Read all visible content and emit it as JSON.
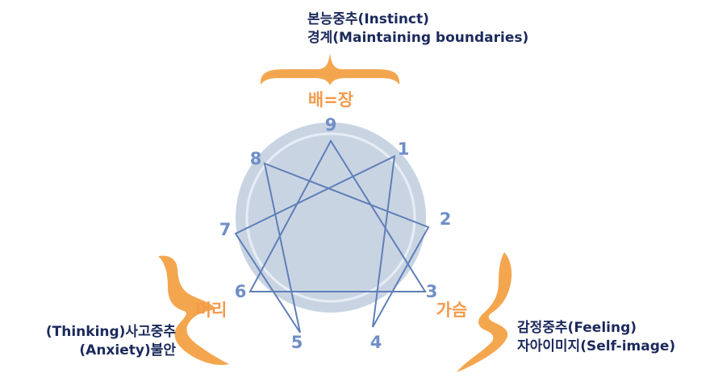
{
  "colors": {
    "circle_fill": "#c9d4e3",
    "line": "#5f7fb8",
    "number": "#6f8fc6",
    "brace": "#f4a64f",
    "center_label": "#f49a4a",
    "caption": "#1b2a5c"
  },
  "top_group": {
    "line1": "본능중추(Instinct)",
    "line2": "경계(Maintaining boundaries)",
    "center_label": "배=장"
  },
  "right_group": {
    "line1": "감정중추(Feeling)",
    "line2": "자아이미지(Self-image)",
    "center_label": "가슴"
  },
  "left_group": {
    "line1": "(Thinking)사고중추",
    "line2": "(Anxiety)불안",
    "center_label": "머리"
  },
  "points": [
    {
      "id": 9,
      "label": "9"
    },
    {
      "id": 1,
      "label": "1"
    },
    {
      "id": 2,
      "label": "2"
    },
    {
      "id": 3,
      "label": "3"
    },
    {
      "id": 4,
      "label": "4"
    },
    {
      "id": 5,
      "label": "5"
    },
    {
      "id": 6,
      "label": "6"
    },
    {
      "id": 7,
      "label": "7"
    },
    {
      "id": 8,
      "label": "8"
    }
  ]
}
